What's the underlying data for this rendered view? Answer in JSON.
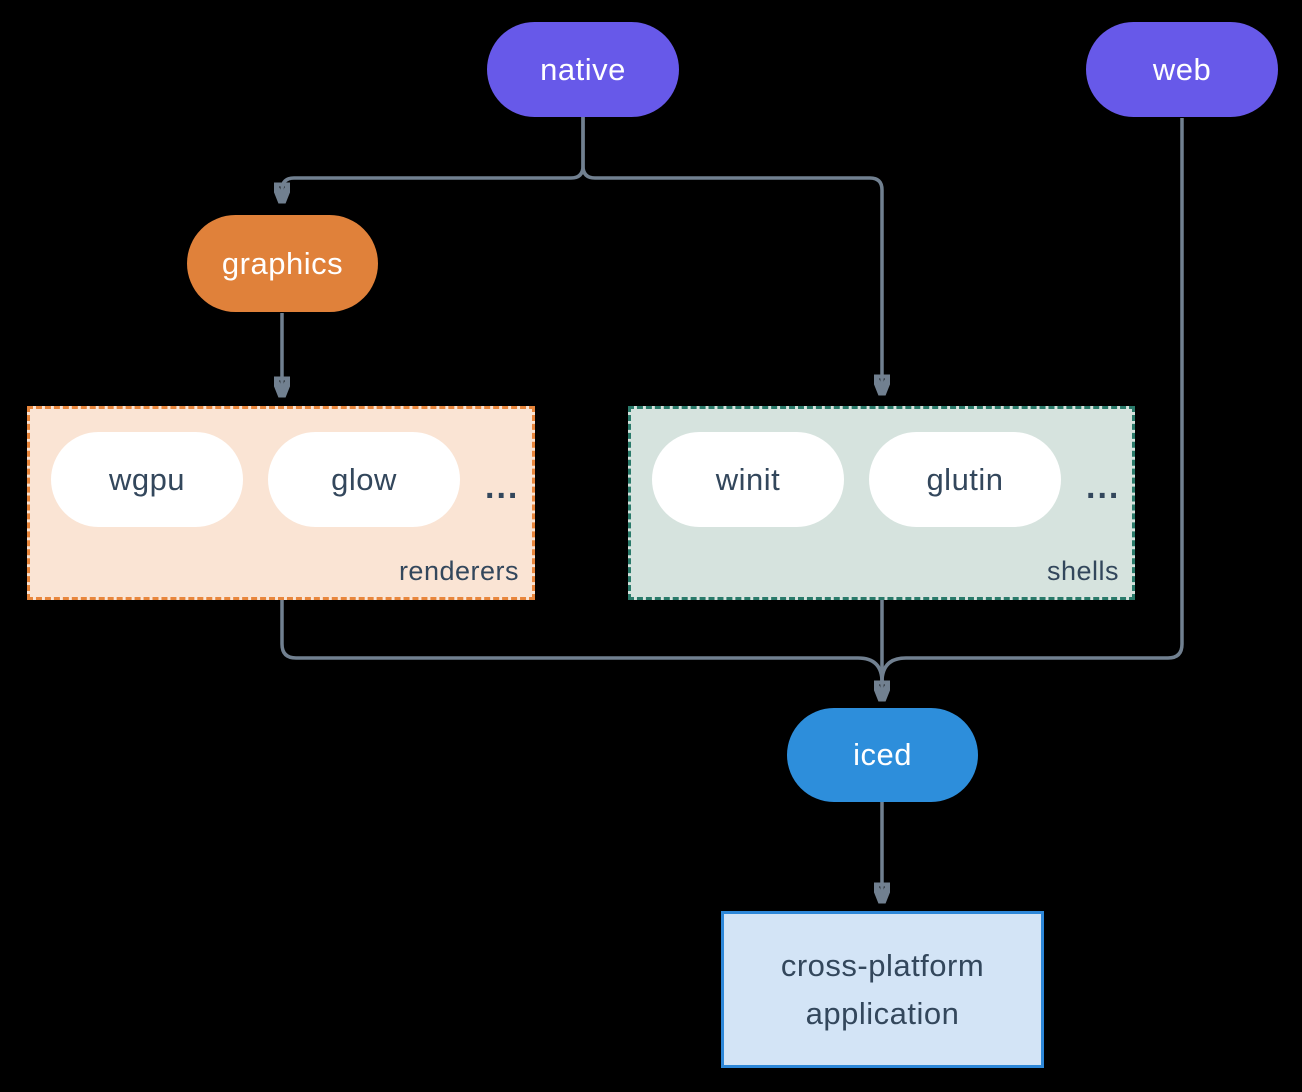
{
  "colors": {
    "bg": "#000000",
    "line": "#718090",
    "ink": "#33475c",
    "pill-text": "#ffffff",
    "white": "#ffffff",
    "purple": "#6759e9",
    "orange": "#e0813a",
    "blue": "#2d8edb",
    "renderers-bg": "#fae4d4",
    "renderers-border": "#e8863c",
    "shells-bg": "#d6e3de",
    "shells-border": "#2a7a6a",
    "app-bg": "#d3e4f6",
    "app-border": "#2d87d8"
  },
  "nodes": {
    "native": "native",
    "web": "web",
    "graphics": "graphics",
    "iced": "iced",
    "app": {
      "line1": "cross-platform",
      "line2": "application"
    }
  },
  "groups": {
    "renderers": {
      "label": "renderers",
      "items": [
        "wgpu",
        "glow"
      ],
      "ellipsis": "..."
    },
    "shells": {
      "label": "shells",
      "items": [
        "winit",
        "glutin"
      ],
      "ellipsis": "..."
    }
  }
}
